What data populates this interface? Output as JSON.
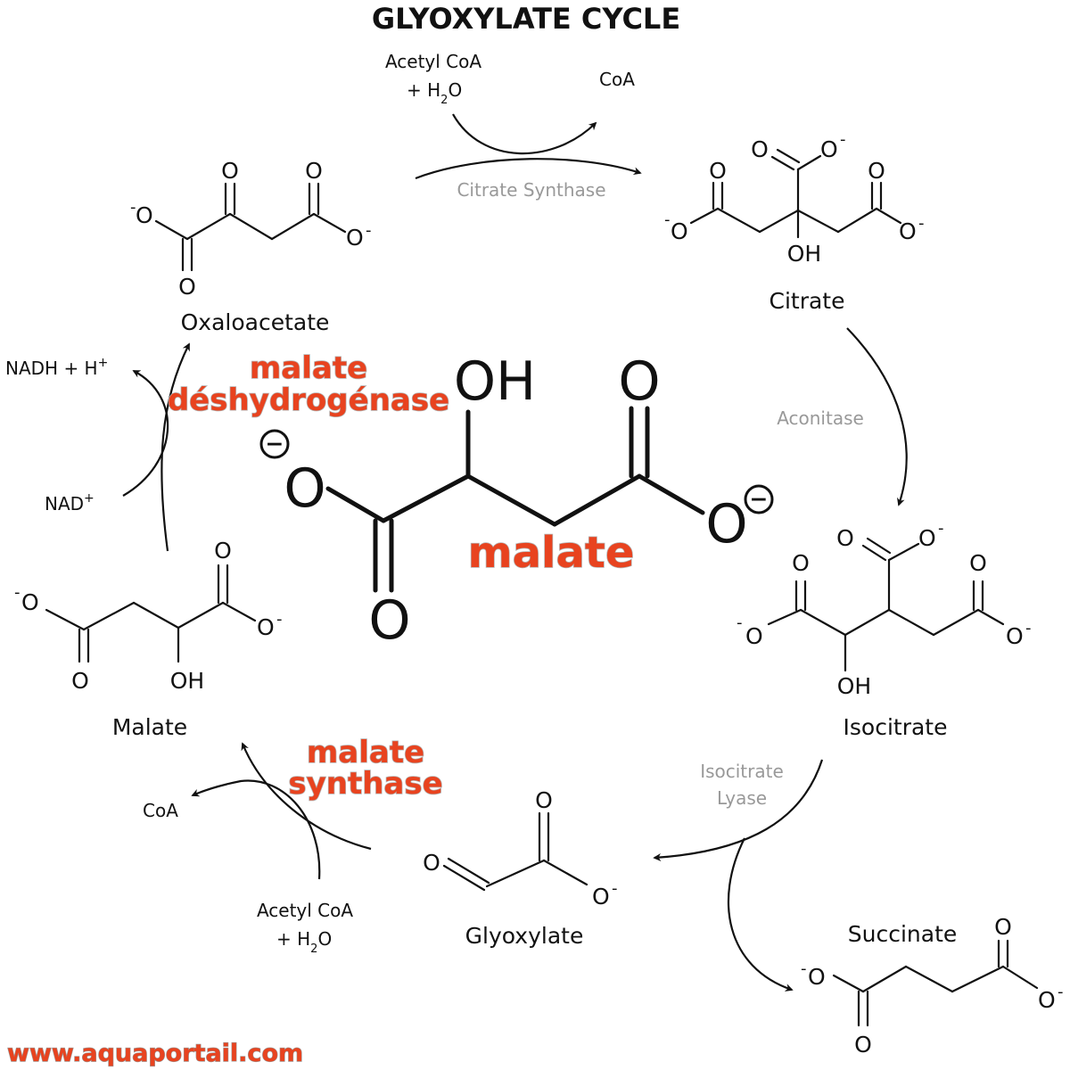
{
  "title": "GLYOXYLATE CYCLE",
  "compounds": {
    "oxaloacetate": "Oxaloacetate",
    "citrate": "Citrate",
    "isocitrate": "Isocitrate",
    "succinate": "Succinate",
    "glyoxylate": "Glyoxylate",
    "malate": "Malate"
  },
  "enzymes": {
    "citrate_synthase": "Citrate Synthase",
    "aconitase": "Aconitase",
    "isocitrate_lyase_1": "Isocitrate",
    "isocitrate_lyase_2": "Lyase"
  },
  "cofactors": {
    "acetyl_coa_top": "Acetyl CoA",
    "water_top_prefix": "+ H",
    "water_top_sub": "2",
    "water_top_suffix": "O",
    "coa_top": "CoA",
    "nadh": "NADH + H",
    "nadh_sup": "+",
    "nad": "NAD",
    "nad_sup": "+",
    "coa_bottom": "CoA",
    "acetyl_coa_bottom": "Acetyl CoA",
    "water_bottom_prefix": "+ H",
    "water_bottom_sub": "2",
    "water_bottom_suffix": "O"
  },
  "highlights": {
    "mdh_line1": "malate",
    "mdh_line2": "déshydrogénase",
    "center_name": "malate",
    "ms_line1": "malate",
    "ms_line2": "synthase"
  },
  "atoms": {
    "O": "O",
    "O_minus": "O",
    "minus": "-",
    "OH": "OH",
    "center_OH": "OH",
    "center_O": "O",
    "center_minus": "−"
  },
  "website": "www.aquaportail.com",
  "colors": {
    "highlight": "#e8431f",
    "enzyme_gray": "#999999",
    "ink": "#111111"
  }
}
